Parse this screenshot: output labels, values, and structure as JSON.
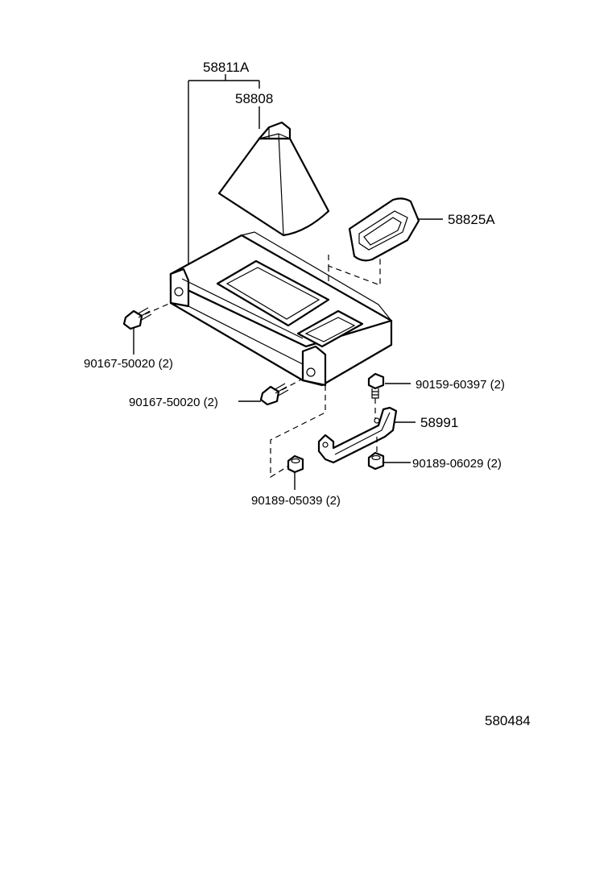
{
  "diagram_id": "580484",
  "parts": {
    "boot_assembly": "58811A",
    "shift_boot": "58808",
    "insert_cover": "58825A",
    "screw_left": "90167-50020 (2)",
    "screw_front": "90167-50020 (2)",
    "bolt_top": "90159-60397 (2)",
    "bracket": "58991",
    "nut_bracket": "90189-06029 (2)",
    "nut_bottom": "90189-05039 (2)"
  },
  "colors": {
    "line": "#000000",
    "background": "#ffffff"
  }
}
